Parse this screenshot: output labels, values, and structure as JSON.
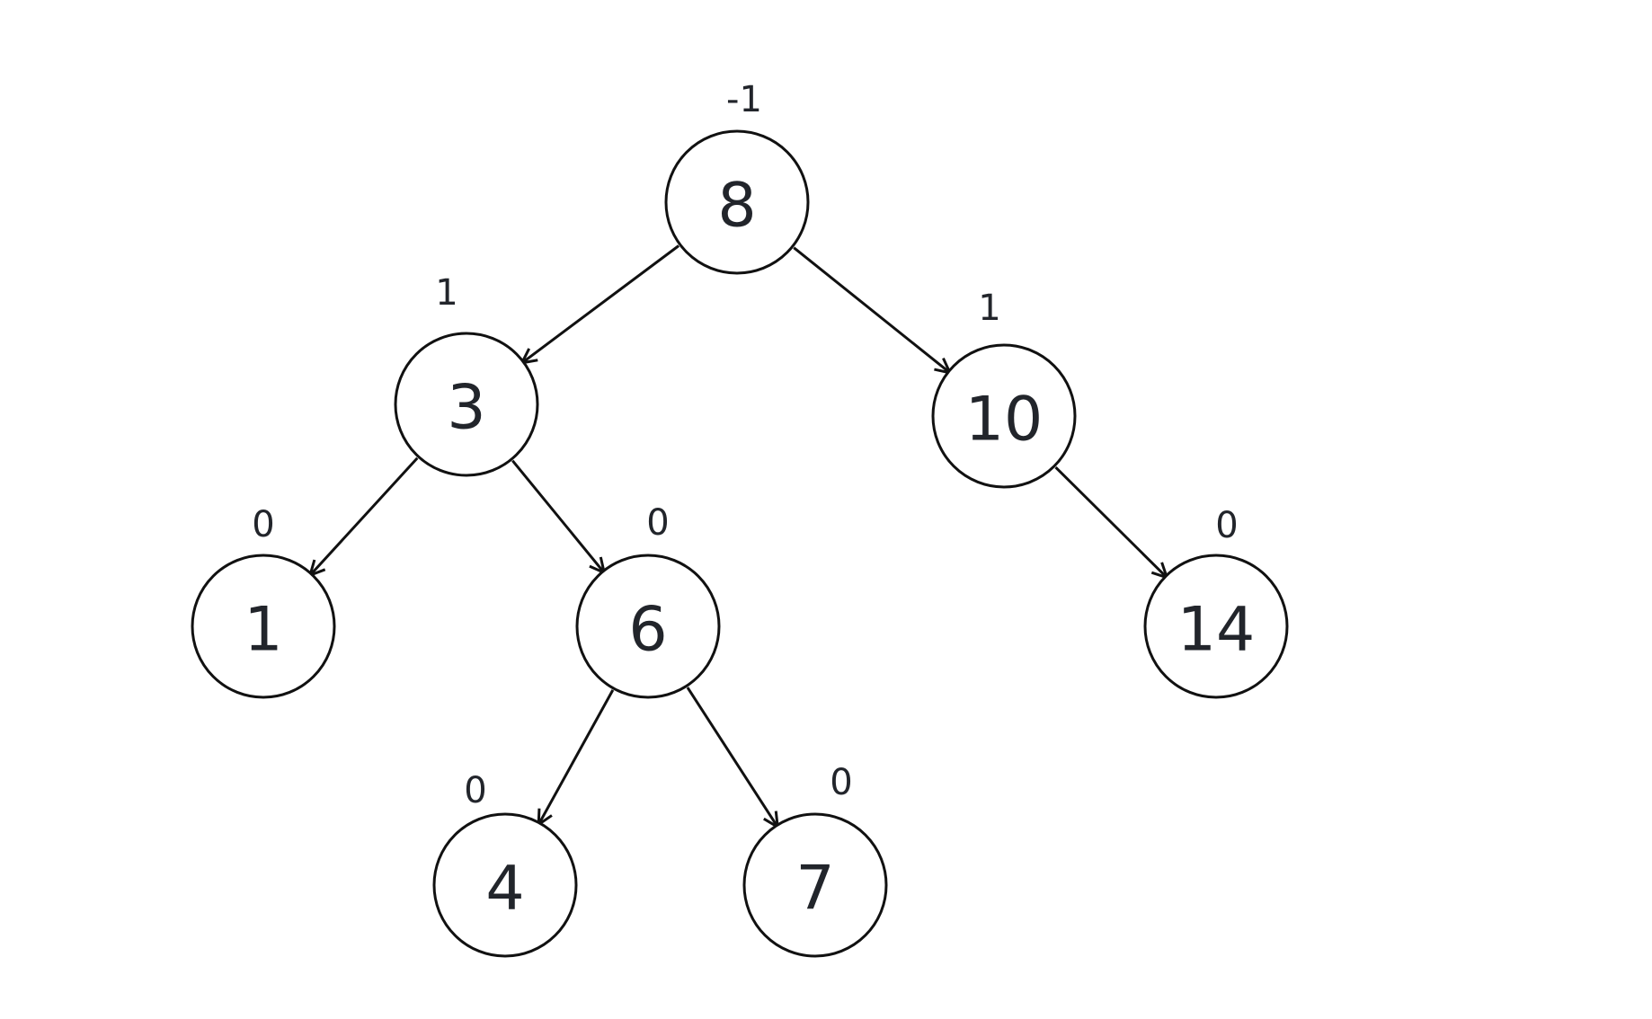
{
  "nodes": [
    {
      "id": "n8",
      "value": "8",
      "balance": "-1"
    },
    {
      "id": "n3",
      "value": "3",
      "balance": "1"
    },
    {
      "id": "n10",
      "value": "10",
      "balance": "1"
    },
    {
      "id": "n1",
      "value": "1",
      "balance": "0"
    },
    {
      "id": "n6",
      "value": "6",
      "balance": "0"
    },
    {
      "id": "n14",
      "value": "14",
      "balance": "0"
    },
    {
      "id": "n4",
      "value": "4",
      "balance": "0"
    },
    {
      "id": "n7",
      "value": "7",
      "balance": "0"
    }
  ],
  "edges": [
    {
      "from": "n8",
      "to": "n3"
    },
    {
      "from": "n8",
      "to": "n10"
    },
    {
      "from": "n3",
      "to": "n1"
    },
    {
      "from": "n3",
      "to": "n6"
    },
    {
      "from": "n10",
      "to": "n14"
    },
    {
      "from": "n6",
      "to": "n4"
    },
    {
      "from": "n6",
      "to": "n7"
    }
  ]
}
